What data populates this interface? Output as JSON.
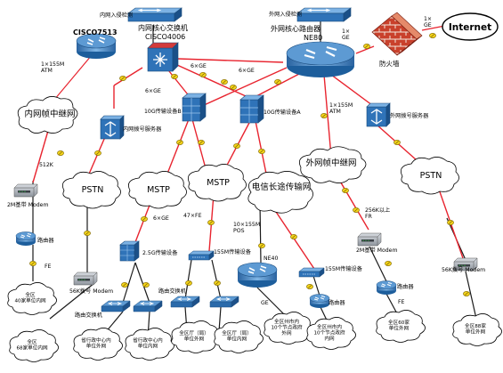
{
  "nodes": {
    "inner_ids": "内网入侵检测",
    "outer_ids": "外网入侵检测",
    "core_switch": "内网核心交换机",
    "core_switch_model": "CISCO4006",
    "cisco7513": "CISCO7513",
    "core_router": "外网核心路由器",
    "core_router_model": "NE80",
    "firewall": "防火墙",
    "internet": "Internet",
    "inner_dial": "内网拨号服务器",
    "outer_dial": "外网拨号服务器",
    "trans_b": "10G传输设备B",
    "trans_a": "10G传输设备A",
    "trans_25g": "2.5G传输设备",
    "trans_155_left": "155M传输设备",
    "trans_155_right": "155M传输设备",
    "ne40": "NE40",
    "modem_2m_left": "2M基带 Modem",
    "modem_2m_right": "2M基带 Modem",
    "modem_56k_left": "56K拨号 Modem",
    "modem_56k_right": "56K拨号 Modem",
    "router_left": "路由器",
    "router_mid": "路由器",
    "router_right": "路由器",
    "router_switch_left": "路由交换机",
    "router_switch_mid": "路由交换机"
  },
  "clouds": {
    "inner_frame": "内网帧中继网",
    "outer_frame": "外网帧中继网",
    "pstn_left": "PSTN",
    "pstn_right": "PSTN",
    "mstp_a": "MSTP",
    "mstp_b": "MSTP",
    "telecom": "电信长途传输网",
    "c1": "全区\n40家单位内网",
    "c2": "全区\n68家单位内网",
    "c3": "省行政中心内\n单位外网",
    "c4": "省行政中心内\n单位内网",
    "c5": "全区厅（局）\n单位外网",
    "c6": "全区厅（局）\n单位内网",
    "c7": "全区州市内\n10个节点政府\n外网",
    "c8": "全区州市内\n10个节点政府\n内网",
    "c9": "全区60家\n单位外网",
    "c10": "全区88家\n单位外网"
  },
  "links": {
    "atm_left": "1×155M\nATM",
    "atm_right": "1×155M\nATM",
    "ge_6_1": "6×GE",
    "ge_6_2": "6×GE",
    "ge_6_3": "6×GE",
    "ge_1_a": "1×\nGE",
    "ge_1_b": "1×\nGE",
    "k512": "512K",
    "fe_left": "FE",
    "fe_right": "FE",
    "ge_6_bottom": "6×GE",
    "fe_47": "47×FE",
    "pos": "10×155M\nPOS",
    "ge_ne40": "GE",
    "fr_256": "256K以上\nFR"
  },
  "colors": {
    "red_link": "#e8242f",
    "black_link": "#1a1a1a",
    "device_blue": "#2f73b8",
    "device_dark": "#1b5a8f",
    "modem_fill": "#b8bec6"
  }
}
